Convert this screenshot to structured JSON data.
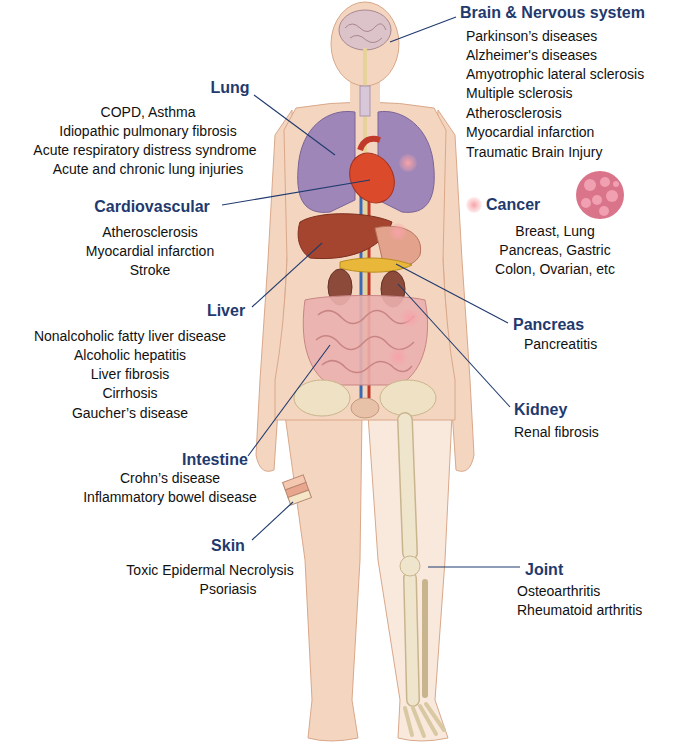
{
  "diagram": {
    "labels": [
      "Brain & Nervous system",
      "Parkinson’s diseases",
      "Alzheimer's diseases",
      "Amyotrophic lateral sclerosis",
      "Multiple sclerosis",
      "Atherosclerosis",
      "Myocardial infarction",
      "Traumatic Brain Injury",
      "Lung",
      "COPD, Asthma",
      "Idiopathic pulmonary fibrosis",
      "Acute respiratory distress syndrome",
      "Acute and chronic lung injuries",
      "Cardiovascular",
      "Atherosclerosis",
      "Myocardial infarction",
      "Stroke",
      "Cancer",
      "Breast, Lung",
      "Pancreas, Gastric",
      "Colon, Ovarian, etc",
      "Liver",
      "Nonalcoholic fatty liver disease",
      "Alcoholic hepatitis",
      "Liver fibrosis",
      "Cirrhosis",
      "Gaucher’s disease",
      "Pancreas",
      "Pancreatitis",
      "Kidney",
      "Renal fibrosis",
      "Intestine",
      "Crohn’s disease",
      "Inflammatory bowel disease",
      "Skin",
      "Toxic Epidermal Necrolysis",
      "Psoriasis",
      "Joint",
      "Osteoarthritis",
      "Rheumatoid arthritis"
    ]
  }
}
